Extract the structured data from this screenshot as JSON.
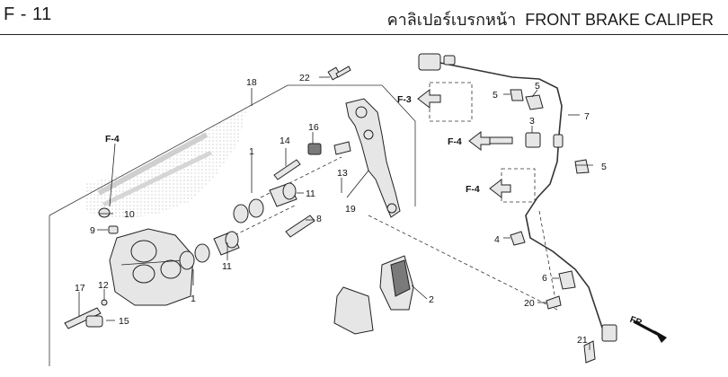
{
  "header": {
    "section_code": "F - 11",
    "title_thai": "คาลิเปอร์เบรกหน้า",
    "title_en": "FRONT BRAKE CALIPER"
  },
  "ref_labels": {
    "f4_caliper": "F-4",
    "f3": "F-3",
    "f4_hose": "F-4",
    "f4_bracket": "F-4"
  },
  "direction_label": "FR.",
  "callouts": {
    "n18": "18",
    "n22": "22",
    "n16": "16",
    "n14": "14",
    "n1a": "1",
    "n11a": "11",
    "n10": "10",
    "n9": "9",
    "n13": "13",
    "n19": "19",
    "n8": "8",
    "n11b": "11",
    "n1b": "1",
    "n17": "17",
    "n12": "12",
    "n15": "15",
    "n2": "2",
    "n5a": "5",
    "n5b": "5",
    "n5c": "5",
    "n7": "7",
    "n3": "3",
    "n4": "4",
    "n6": "6",
    "n20": "20",
    "n21": "21"
  }
}
